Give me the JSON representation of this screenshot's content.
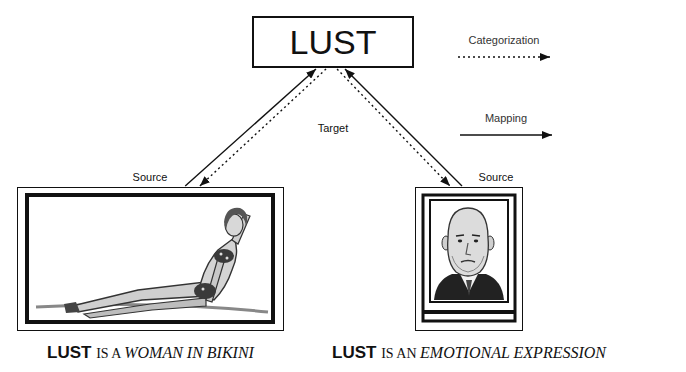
{
  "diagram": {
    "nodes": [
      {
        "text": [
          "LUST"
        ]
      },
      {
        "text": [
          "LUST IS A WOMAN IN BIKINI"
        ]
      },
      {
        "text": [
          "LUST IS AN EMOTIONAL EXPRESSION"
        ]
      }
    ],
    "edges": [
      {
        "from": 1,
        "to": 0,
        "arrow": "to"
      },
      {
        "from": 0,
        "to": 1,
        "arrow": "to"
      },
      {
        "from": 2,
        "to": 0,
        "arrow": "to"
      },
      {
        "from": 0,
        "to": 2,
        "arrow": "to"
      }
    ],
    "labels": [
      "Target",
      "Source",
      "Source"
    ],
    "legend": [
      {
        "text": "Categorization"
      },
      {
        "text": "Mapping"
      }
    ]
  }
}
